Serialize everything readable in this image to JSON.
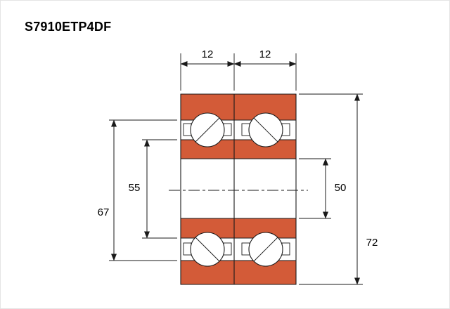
{
  "title": "S7910ETP4DF",
  "colors": {
    "ring_fill": "#d35b38",
    "line": "#1a1a1a"
  },
  "dimensions": {
    "row_width_left": "12",
    "row_width_right": "12",
    "outer_shoulder_diameter": "67",
    "inner_shoulder_diameter": "55",
    "bore_diameter": "50",
    "outside_diameter": "72"
  }
}
